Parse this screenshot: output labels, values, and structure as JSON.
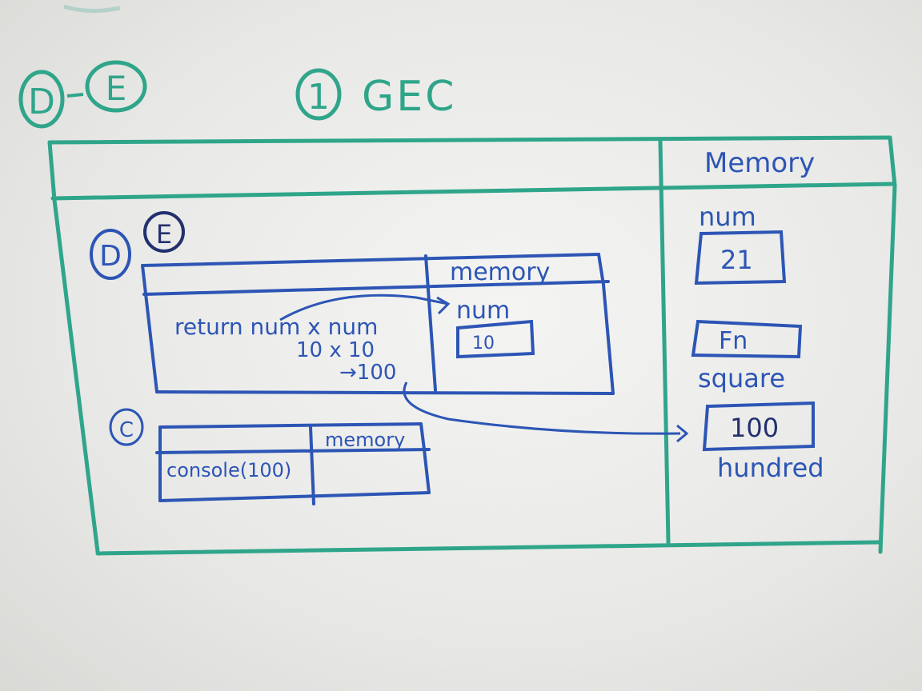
{
  "whiteboard": {
    "top_left_labels": [
      "D",
      "E"
    ],
    "heading": {
      "step": "1",
      "title": "GEC"
    },
    "gec": {
      "memory_header": "Memory",
      "memory_items": [
        {
          "label": "num",
          "value": "21"
        },
        {
          "value": "Fn",
          "label": "square"
        },
        {
          "value": "100",
          "label": "hundred"
        }
      ]
    },
    "fn_context": {
      "markers": [
        "D",
        "E"
      ],
      "memory_header": "memory",
      "code_lines": [
        "return num x num",
        "10 x 10",
        "→100"
      ],
      "memory_label": "num",
      "memory_value": "10"
    },
    "console_context": {
      "marker": "C",
      "memory_header": "memory",
      "code": "console(100)"
    },
    "colors": {
      "green_marker": "#2fa58a",
      "blue_marker": "#2c55b5",
      "navy_marker": "#23306e",
      "board": "#f0f0ee"
    }
  }
}
